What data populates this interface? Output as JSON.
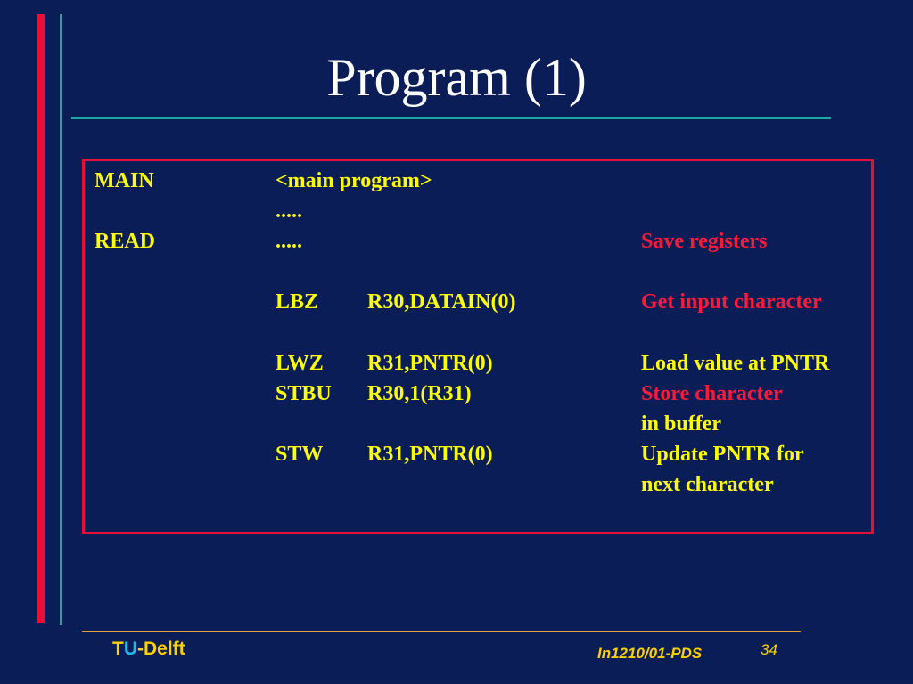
{
  "slide": {
    "title": "Program (1)"
  },
  "code": {
    "labels": {
      "main": "MAIN",
      "read": "READ"
    },
    "main_text": "<main program>",
    "dots_1": ".....",
    "dots_2": ".....",
    "instructions": [
      {
        "op": "LBZ",
        "args": "R30,DATAIN(0)"
      },
      {
        "op": "LWZ",
        "args": "R31,PNTR(0)"
      },
      {
        "op": "STBU",
        "args": "R30,1(R31)"
      },
      {
        "op": "STW",
        "args": "R31,PNTR(0)"
      }
    ],
    "comments": {
      "save_registers": "Save registers",
      "get_input": "Get input character",
      "load_value": "Load value at PNTR",
      "store_character": "Store character",
      "in_buffer": "in buffer",
      "update_pntr": "Update PNTR for",
      "next_character": "next character"
    }
  },
  "footer": {
    "logo_t": "T",
    "logo_u": "U",
    "logo_rest": "-Delft",
    "course": "In1210/01-PDS",
    "page_number": "34"
  },
  "colors": {
    "background": "#0a1d57",
    "accent_red": "#e8103a",
    "accent_teal": "#1aa9a0",
    "code_yellow": "#ffff00",
    "comment_red": "#ff1a3a",
    "footer_gold": "#ffd000"
  }
}
